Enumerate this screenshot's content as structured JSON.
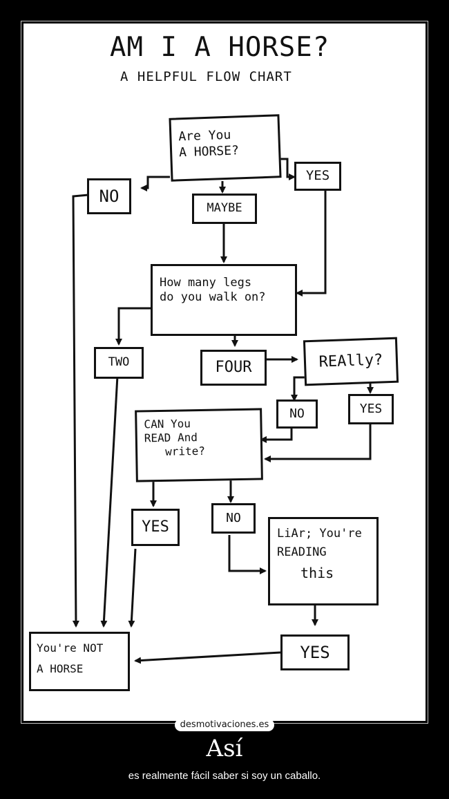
{
  "diagram": {
    "title": "AM I A HORSE?",
    "subtitle": "A HELPFUL FLOW CHART",
    "nodes": {
      "are_you_horse_line1": "Are You",
      "are_you_horse_line2": "A HORSE?",
      "no_1": "NO",
      "yes_1": "YES",
      "maybe": "MAYBE",
      "legs_line1": "How many legs",
      "legs_line2": "do you walk on?",
      "two": "TWO",
      "four": "FOUR",
      "really": "REAlly?",
      "no_2": "NO",
      "yes_2": "YES",
      "read_line1": "CAN You",
      "read_line2": "READ And",
      "read_line3": "write?",
      "yes_3": "YES",
      "no_3": "NO",
      "liar_line1": "LiAr; You're",
      "liar_line2": "READING",
      "liar_line3": "this",
      "yes_4": "YES",
      "result_line1": "You're NOT",
      "result_line2": "A HORSE"
    }
  },
  "watermark": "desmotivaciones.es",
  "caption": {
    "title": "Así",
    "subtitle": "es realmente fácil saber si soy un caballo."
  }
}
